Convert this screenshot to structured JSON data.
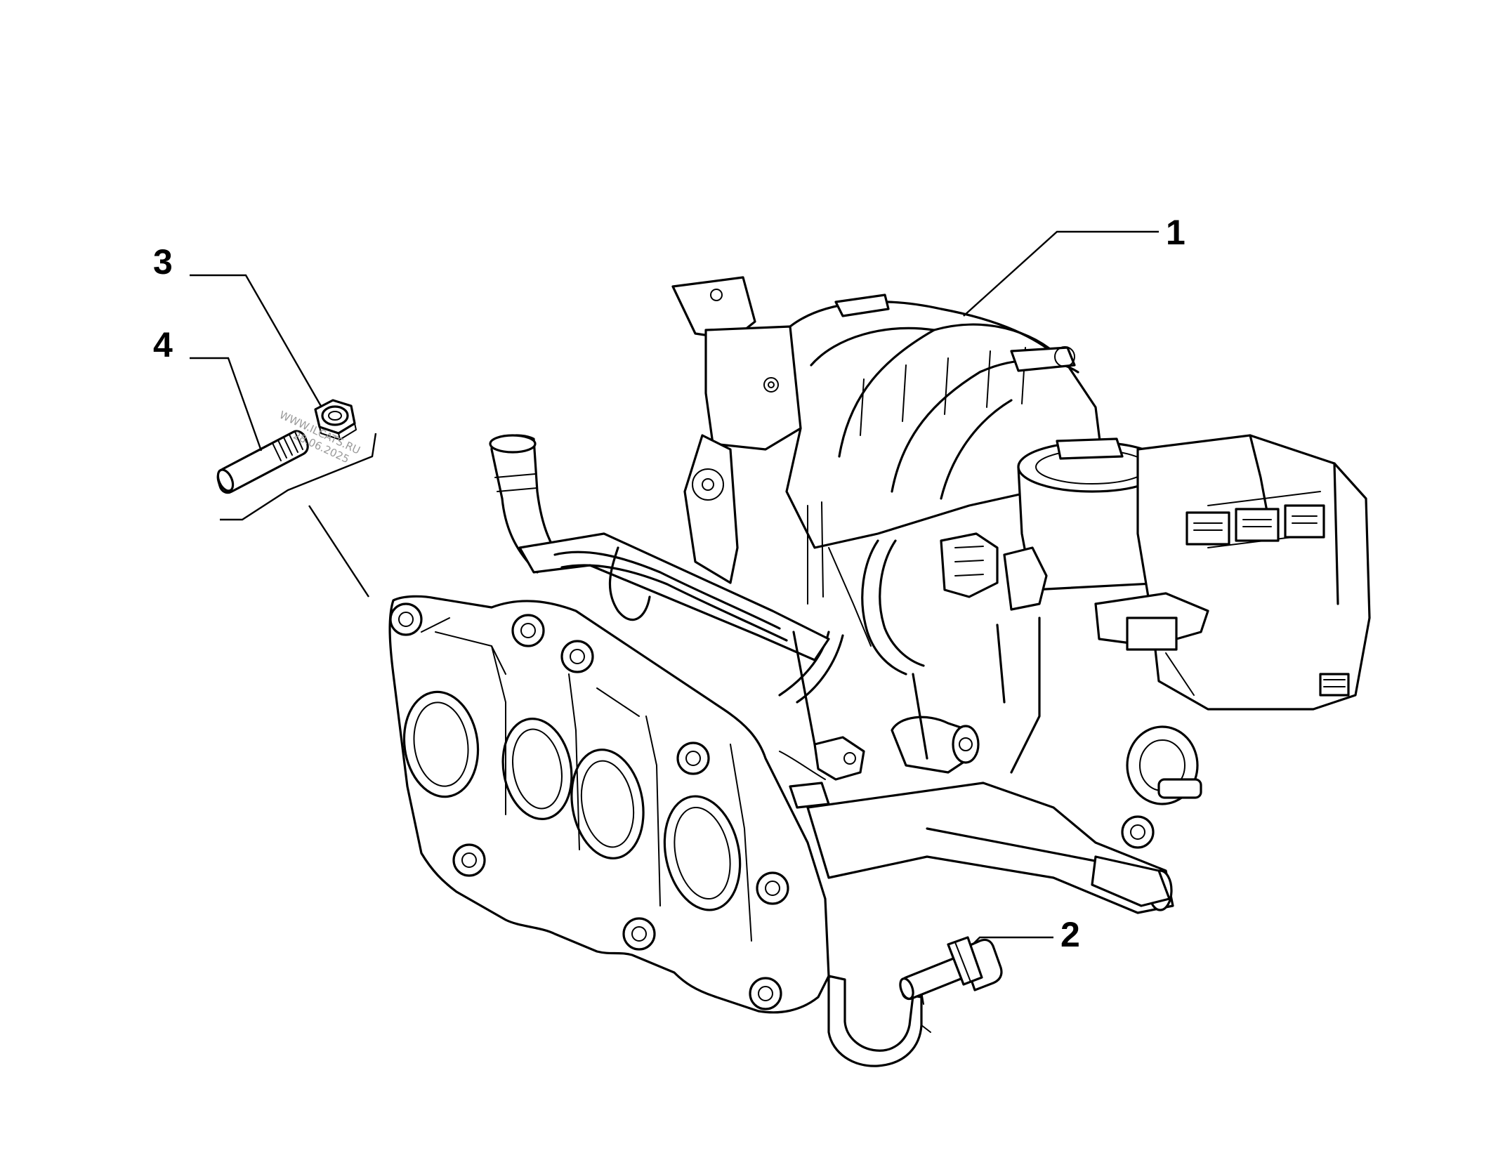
{
  "callouts": [
    {
      "id": "1",
      "label": "1"
    },
    {
      "id": "2",
      "label": "2"
    },
    {
      "id": "3",
      "label": "3"
    },
    {
      "id": "4",
      "label": "4"
    }
  ],
  "watermark": {
    "line1": "WWW.ILCATS.RU",
    "line2": "28.06.2025"
  }
}
